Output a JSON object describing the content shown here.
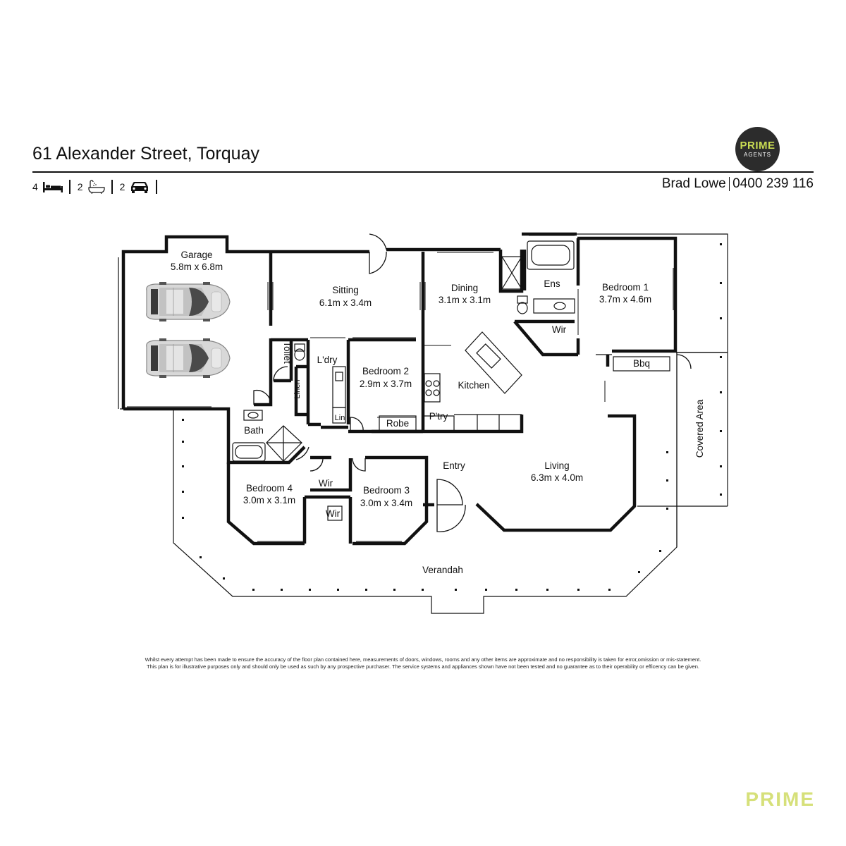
{
  "header": {
    "address": "61 Alexander Street, Torquay",
    "bedrooms": "4",
    "bathrooms": "2",
    "car_spaces": "2",
    "agent_name": "Brad Lowe",
    "agent_phone": "0400 239 116",
    "logo_line1": "PRIME",
    "logo_line2": "AGENTS"
  },
  "rooms": {
    "garage_name": "Garage",
    "garage_size": "5.8m x 6.8m",
    "sitting_name": "Sitting",
    "sitting_size": "6.1m x 3.4m",
    "dining_name": "Dining",
    "dining_size": "3.1m x 3.1m",
    "ens": "Ens",
    "bed1_name": "Bedroom 1",
    "bed1_size": "3.7m x 4.6m",
    "wir1": "Wir",
    "toilet": "Toilet",
    "ldry": "L'dry",
    "linen": "Linen",
    "lin": "Lin",
    "bed2_name": "Bedroom 2",
    "bed2_size": "2.9m x 3.7m",
    "robe": "Robe",
    "kitchen": "Kitchen",
    "pantry": "P'try",
    "bbq": "Bbq",
    "covered": "Covered Area",
    "bath": "Bath",
    "wir4": "Wir",
    "wir3": "Wir",
    "bed4_name": "Bedroom 4",
    "bed4_size": "3.0m x 3.1m",
    "bed3_name": "Bedroom 3",
    "bed3_size": "3.0m x 3.4m",
    "entry": "Entry",
    "living_name": "Living",
    "living_size": "6.3m x 4.0m",
    "verandah": "Verandah"
  },
  "disclaimer": {
    "line1": "Whilst every attempt has been made to ensure the accuracy of the floor plan contained here, measurements of doors, windows, rooms and any other items are approximate and no responsibility is taken for error,omission or mis-statement.",
    "line2": "This plan is for illustrative purposes only and should only be used as such by any prospective purchaser. The service systems and appliances shown have not been tested and no guarantee as to their operability or efficency can be given."
  },
  "footer": {
    "brand": "PRIME"
  },
  "colors": {
    "brand_green": "#c9dc53",
    "brand_light": "#d6e07a",
    "logo_dark": "#2c2c2c"
  }
}
